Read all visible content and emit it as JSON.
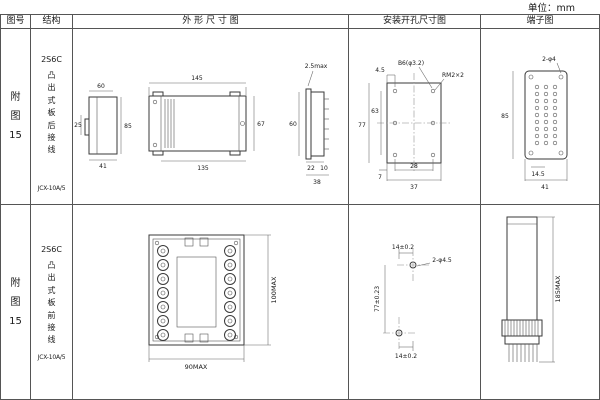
{
  "unit_label": "单位：mm",
  "header": {
    "fig_no": "图号",
    "structure": "结构",
    "outline": "外 形 尺 寸 图",
    "mounting": "安装开孔尺寸图",
    "terminal": "端子图"
  },
  "row1": {
    "fig_no": "附\n图\n15",
    "structure_title": "2S6C",
    "structure_desc": "凸\n出\n式\n板\n后\n接\n线",
    "model": "JCX-10A/5",
    "outline": {
      "rear_width": "60",
      "rear_notch": "25",
      "rear_height": "85",
      "rear_depth": "41",
      "front_width": "145",
      "front_body_width": "135",
      "front_height": "67",
      "panel_thickness": "2.5max",
      "side_height": "60",
      "side_depth1": "22",
      "side_depth2": "10",
      "side_total": "38"
    },
    "mounting": {
      "edge_offset": "4.5",
      "holes": "B6(φ3.2)",
      "screws": "RM2×2",
      "height_inner": "63",
      "height_outer": "77",
      "offset_bottom": "7",
      "width_inner": "28",
      "width_outer": "37"
    },
    "terminal": {
      "holes": "2-φ4",
      "height": "85",
      "pitch": "14.5",
      "width": "41"
    }
  },
  "row2": {
    "fig_no": "附\n图\n15",
    "structure_title": "2S6C",
    "structure_desc": "凸\n出\n式\n板\n前\n接\n线",
    "model": "JCX-10A/5",
    "outline": {
      "height": "100MAX",
      "width": "90MAX"
    },
    "mounting": {
      "offset_top": "14±0.2",
      "holes": "2-φ4.5",
      "spacing": "77±0.23",
      "offset_bottom": "14±0.2"
    },
    "terminal": {
      "height": "185MAX"
    }
  }
}
